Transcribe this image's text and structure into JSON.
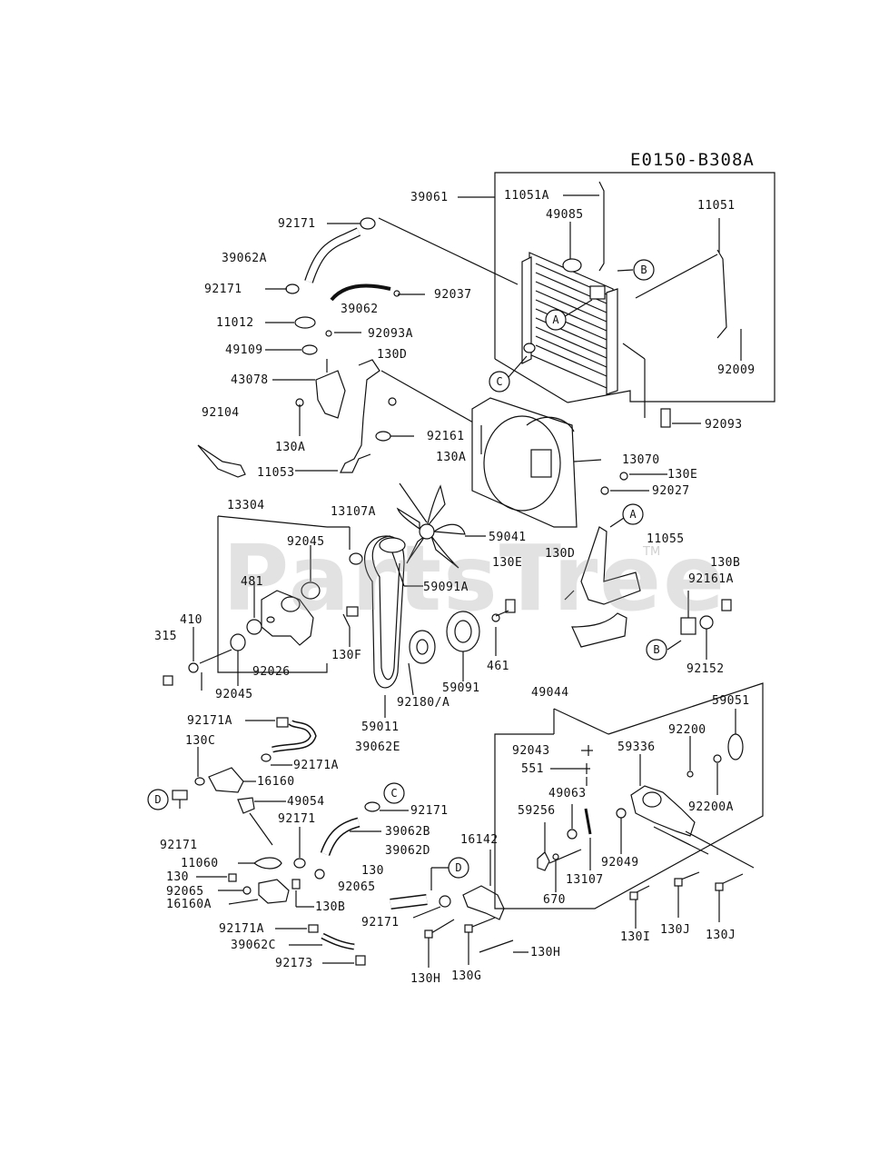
{
  "diagram_id": "E0150-B308A",
  "watermark": "PartsTree",
  "watermark_tm": "TM",
  "callouts": {
    "A": "A",
    "B": "B",
    "C": "C",
    "D": "D"
  },
  "parts": {
    "p39061": "39061",
    "p11051A": "11051A",
    "p49085": "49085",
    "p11051": "11051",
    "p92171_a": "92171",
    "p39062A": "39062A",
    "p92171_b": "92171",
    "p39062": "39062",
    "p92037": "92037",
    "p11012": "11012",
    "p92093A": "92093A",
    "p49109": "49109",
    "p130D_a": "130D",
    "p43078": "43078",
    "p92009": "92009",
    "p92093": "92093",
    "p92104": "92104",
    "p130A_a": "130A",
    "p92161": "92161",
    "p130A_b": "130A",
    "p11053": "11053",
    "p13070": "13070",
    "p130E_a": "130E",
    "p92027": "92027",
    "p13304": "13304",
    "p13107A": "13107A",
    "p59041": "59041",
    "p11055": "11055",
    "p92045_a": "92045",
    "p59091A": "59091A",
    "p130E_b": "130E",
    "p130D_b": "130D",
    "p130B_a": "130B",
    "p92161A": "92161A",
    "p481": "481",
    "p410": "410",
    "p315": "315",
    "p130F": "130F",
    "p461": "461",
    "p92026": "92026",
    "p92045_b": "92045",
    "p59091": "59091",
    "p92152": "92152",
    "p49044": "49044",
    "p92171A_a": "92171A",
    "p59011": "59011",
    "p92180A": "92180/A",
    "p59051": "59051",
    "p130C": "130C",
    "p39062E": "39062E",
    "p92200": "92200",
    "p92171A_b": "92171A",
    "p92043": "92043",
    "p59336": "59336",
    "p16160": "16160",
    "p551": "551",
    "p49054": "49054",
    "p49063": "49063",
    "p92200A": "92200A",
    "p92171_c": "92171",
    "p92171_d": "92171",
    "p59256": "59256",
    "p39062B": "39062B",
    "p16142": "16142",
    "p92171_e": "92171",
    "p39062D": "39062D",
    "p92049": "92049",
    "p13107": "13107",
    "p11060": "11060",
    "p130_a": "130",
    "p130_b": "130",
    "p92065_a": "92065",
    "p92065_b": "92065",
    "p670": "670",
    "p16160A": "16160A",
    "p130B_b": "130B",
    "p92171_f": "92171",
    "p130I": "130I",
    "p130J_a": "130J",
    "p130J_b": "130J",
    "p92171A_c": "92171A",
    "p130H_a": "130H",
    "p39062C": "39062C",
    "p92173": "92173",
    "p130H_b": "130H",
    "p130G": "130G"
  }
}
